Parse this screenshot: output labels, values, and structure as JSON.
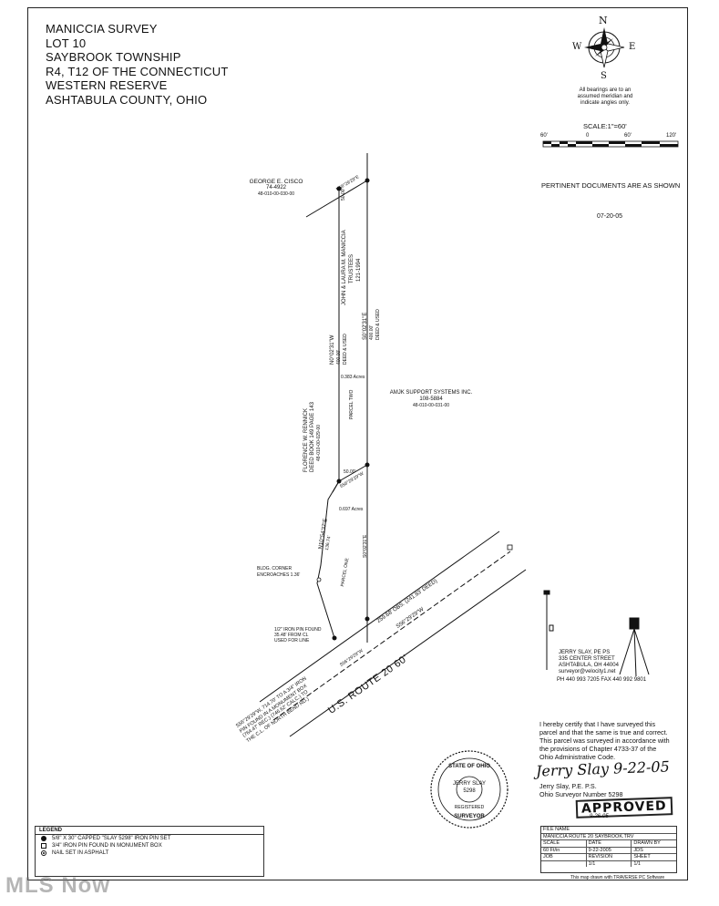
{
  "title_block": {
    "lines": [
      "MANICCIA SURVEY",
      "LOT 10",
      "SAYBROOK TOWNSHIP",
      "R4, T12 OF THE CONNECTICUT",
      "WESTERN RESERVE",
      "ASHTABULA COUNTY, OHIO"
    ]
  },
  "compass": {
    "n": "N",
    "s": "S",
    "e": "E",
    "w": "W",
    "note_lines": [
      "All bearings are to an",
      "assumed meridian and",
      "indicate angles only."
    ]
  },
  "scale": {
    "label": "SCALE:1\"=60'",
    "ticks": [
      "60'",
      "0",
      "60'",
      "120'"
    ]
  },
  "pertinent": "PERTINENT DOCUMENTS ARE AS SHOWN",
  "doc_date": "07-20-05",
  "parcel_labels": {
    "cisco_name": "GEORGE E. CISCO",
    "cisco_vol": "74-4922",
    "cisco_pp": "48-010-00-030-00",
    "top_bearing": "N56°29'29\"E",
    "top_dist": "50.00'",
    "top_deeded": "DEED & USED",
    "owner_1": "JOHN & LAURA M. MANICCIA",
    "owner_2": "TRUSTEES",
    "owner_3": "121-1994",
    "west_bearing": "N0°02'31\"W",
    "west_dist": "400.00'",
    "west_deeded": "DEED & USED",
    "east_bearing": "S0°02'31\"E",
    "east_dist": "400.00'",
    "east_deeded": "DEED & USED",
    "acres_two": "0.383 Acres",
    "parcel_two": "PARCEL TWO",
    "amjk_name": "AMJK SUPPORT SYSTEMS INC.",
    "amjk_vol": "108-5884",
    "amjk_pp": "48-010-00-031-00",
    "renick_1": "FLORENCE W. RENNICK",
    "renick_2": "DEED BOOK 149 PAGE 143",
    "renick_3": "48-010-00-029-00",
    "mid_dist": "50.00'",
    "mid_bearing": "S56°29'29\"W",
    "acres_one": "0.697 Acres",
    "parcel_one": "PARCEL ONE",
    "p1_bearing": "N10°54'37\"E",
    "p1_dist": "136.74'",
    "east2_bearing": "S0°02'31\"E",
    "bldg_1": "BLDG. CORNER",
    "bldg_2": "ENCROACHES 1.36'",
    "pin_1": "1/2\" IRON PIN FOUND",
    "pin_2": "35.48' FROM CL",
    "pin_3": "USED FOR LINE",
    "route_dist": "259.68' OBS. (241.83' DEED)",
    "route_bearing": "S56°29'29\"W",
    "route_name": "U.S. ROUTE 20  60'",
    "route_bottom": "S56°29'29\"W",
    "sw_1": "S56°29'29\"W, 714.70' TO A 3/4\" IRON",
    "sw_2": "PIN FOUND IN A MONUMENT BOX",
    "sw_3": "(764.47' REC.) (746.62' CALC.) TO",
    "sw_4": "THE C.L. OF NORTH BEND RD.)"
  },
  "surveyor": {
    "name": "JERRY SLAY, PE PS",
    "street": "335 CENTER STREET",
    "city": "ASHTABULA, OH 44004",
    "email": "surveyor@velocity1.net",
    "phone": "PH 440 993 7205  FAX 440 992 9801"
  },
  "certification": {
    "lines": [
      "I hereby certify that I have surveyed this",
      "parcel and that the same is true and correct.",
      "This parcel was surveyed in accordance with",
      "the provisions of Chapter 4733-37 of the",
      "Ohio Administrative Code."
    ],
    "signature": "Jerry Slay  9-22-05",
    "sig_name": "Jerry Slay, P.E. P.S.",
    "sig_number": "Ohio Surveyor Number 5298"
  },
  "seal": {
    "top": "STATE OF OHIO",
    "name": "JERRY SLAY",
    "number": "5298",
    "reg": "REGISTERED",
    "bottom": "SURVEYOR"
  },
  "approved": "APPROVED",
  "approved_date": "9-26-05",
  "legend": {
    "heading": "LEGEND",
    "items": [
      {
        "symbol": "filled-circle",
        "text": "5/8\" X 30\" CAPPED \"SLAY 5298\" IRON PIN SET"
      },
      {
        "symbol": "square",
        "text": "3/4\" IRON PIN FOUND IN MONUMENT BOX"
      },
      {
        "symbol": "dot-circle",
        "text": "NAIL SET IN ASPHALT"
      }
    ]
  },
  "file_block": {
    "file_name_label": "FILE NAME",
    "file_name": "MANICCIA ROUTE 20 SAYBROOK.TRV",
    "scale_label": "SCALE",
    "scale": "60 Ft/in",
    "date_label": "DATE",
    "date": "9-22-2005",
    "drawn_label": "DRAWN BY",
    "drawn": "JDS",
    "job_label": "JOB",
    "job": "",
    "revision_label": "REVISION",
    "revision": "1/1",
    "sheet_label": "SHEET",
    "sheet": "1/1",
    "footer": "This map drawn with TRAVERSE PC Software"
  },
  "watermark": "MLS Now"
}
